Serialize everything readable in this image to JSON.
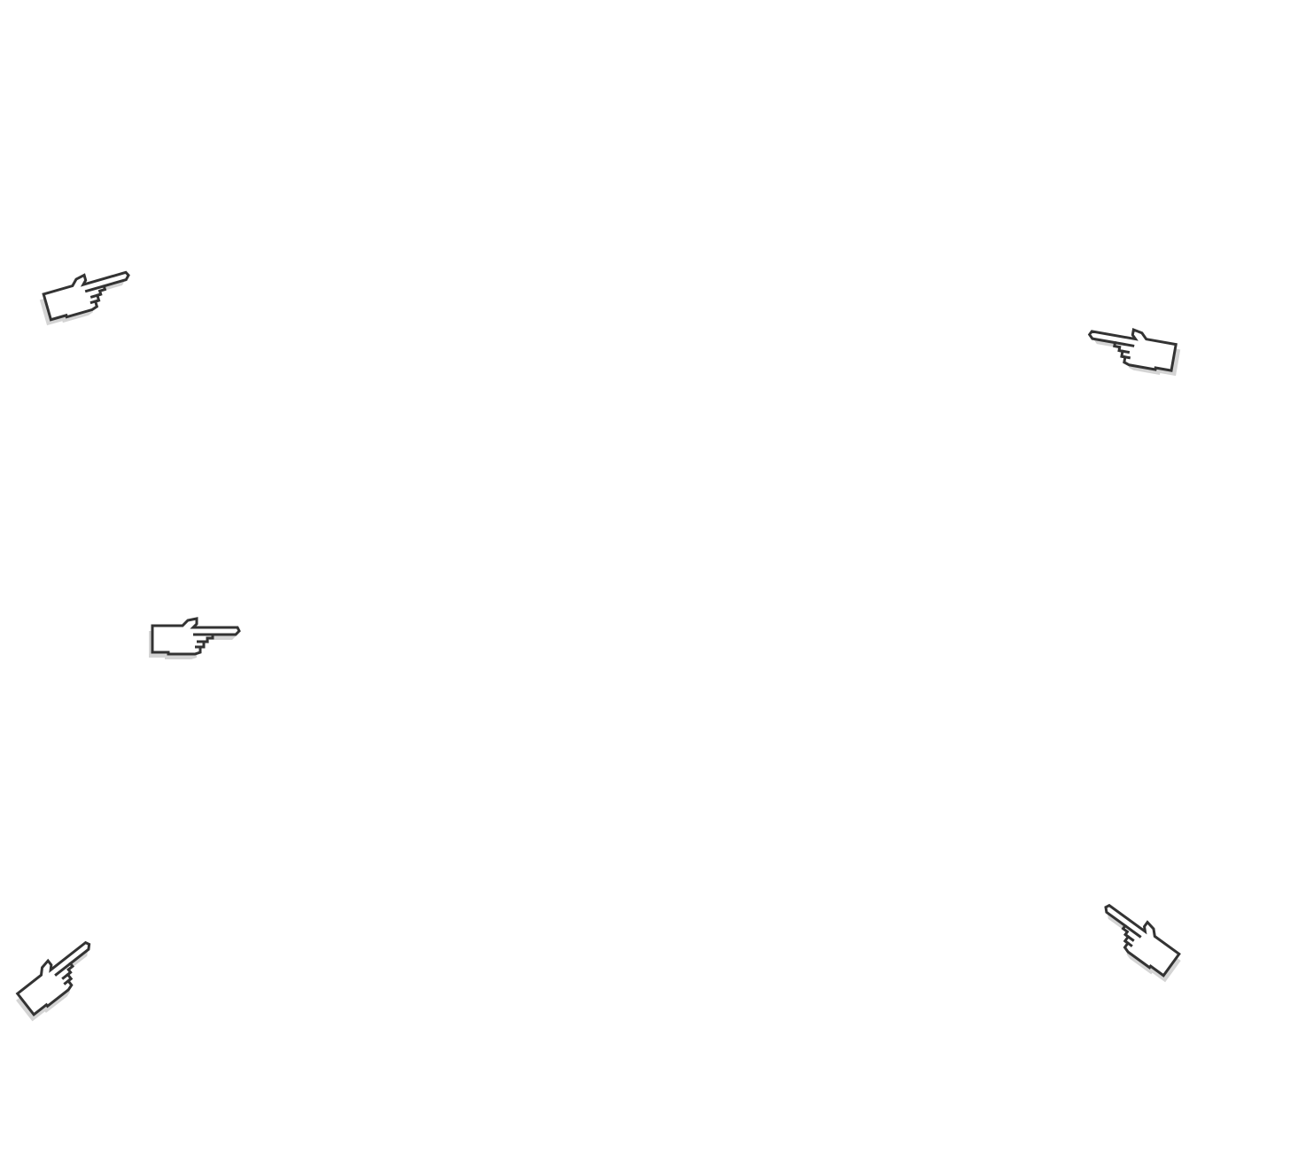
{
  "scene": {
    "background_color": "#ffffff",
    "cursor_outline_color": "#333333",
    "cursor_fill_color": "#ffffff",
    "cursor_shadow_color": "#d4d4d4",
    "cursors": [
      {
        "icon": "pointing-hand-icon",
        "pointing": "right"
      },
      {
        "icon": "pointing-hand-icon",
        "pointing": "right"
      },
      {
        "icon": "pointing-hand-icon",
        "pointing": "left"
      },
      {
        "icon": "pointing-hand-icon",
        "pointing": "up-right"
      },
      {
        "icon": "pointing-hand-icon",
        "pointing": "up-left"
      }
    ]
  }
}
